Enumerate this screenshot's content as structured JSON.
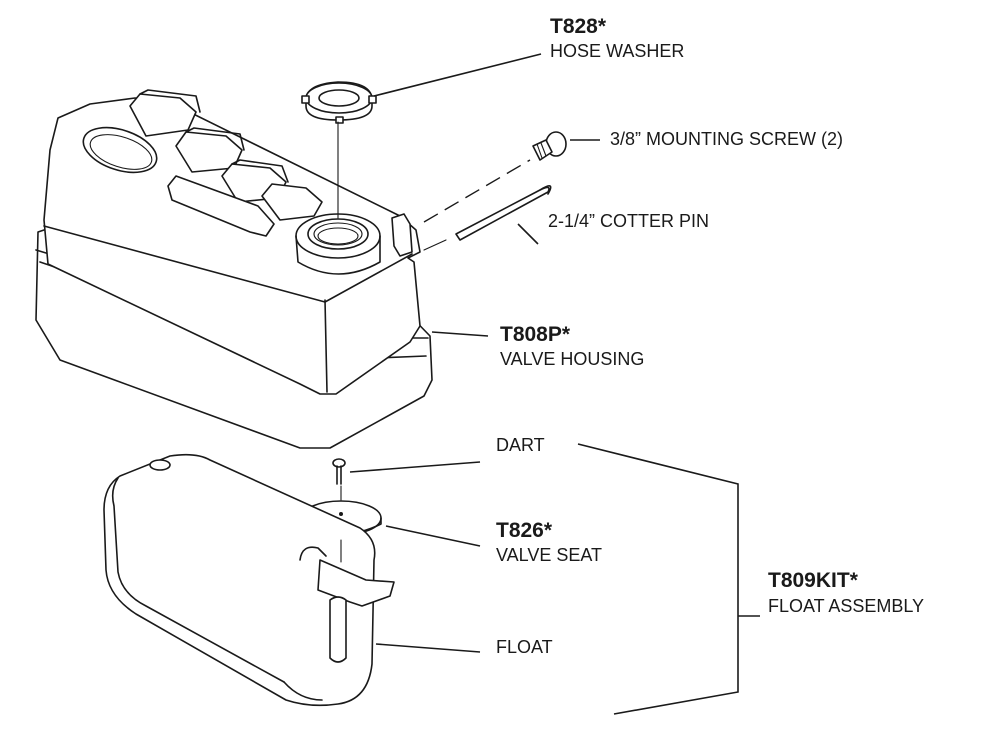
{
  "parts": {
    "hose_washer": {
      "code": "T828*",
      "name": "HOSE WASHER"
    },
    "mounting_screw": {
      "name": "3/8” MOUNTING SCREW (2)"
    },
    "cotter_pin": {
      "name": "2-1/4” COTTER PIN"
    },
    "valve_housing": {
      "code": "T808P*",
      "name": "VALVE HOUSING"
    },
    "dart": {
      "name": "DART"
    },
    "valve_seat": {
      "code": "T826*",
      "name": "VALVE SEAT"
    },
    "float": {
      "name": "FLOAT"
    },
    "float_assembly": {
      "code": "T809KIT*",
      "name": "FLOAT ASSEMBLY"
    }
  }
}
